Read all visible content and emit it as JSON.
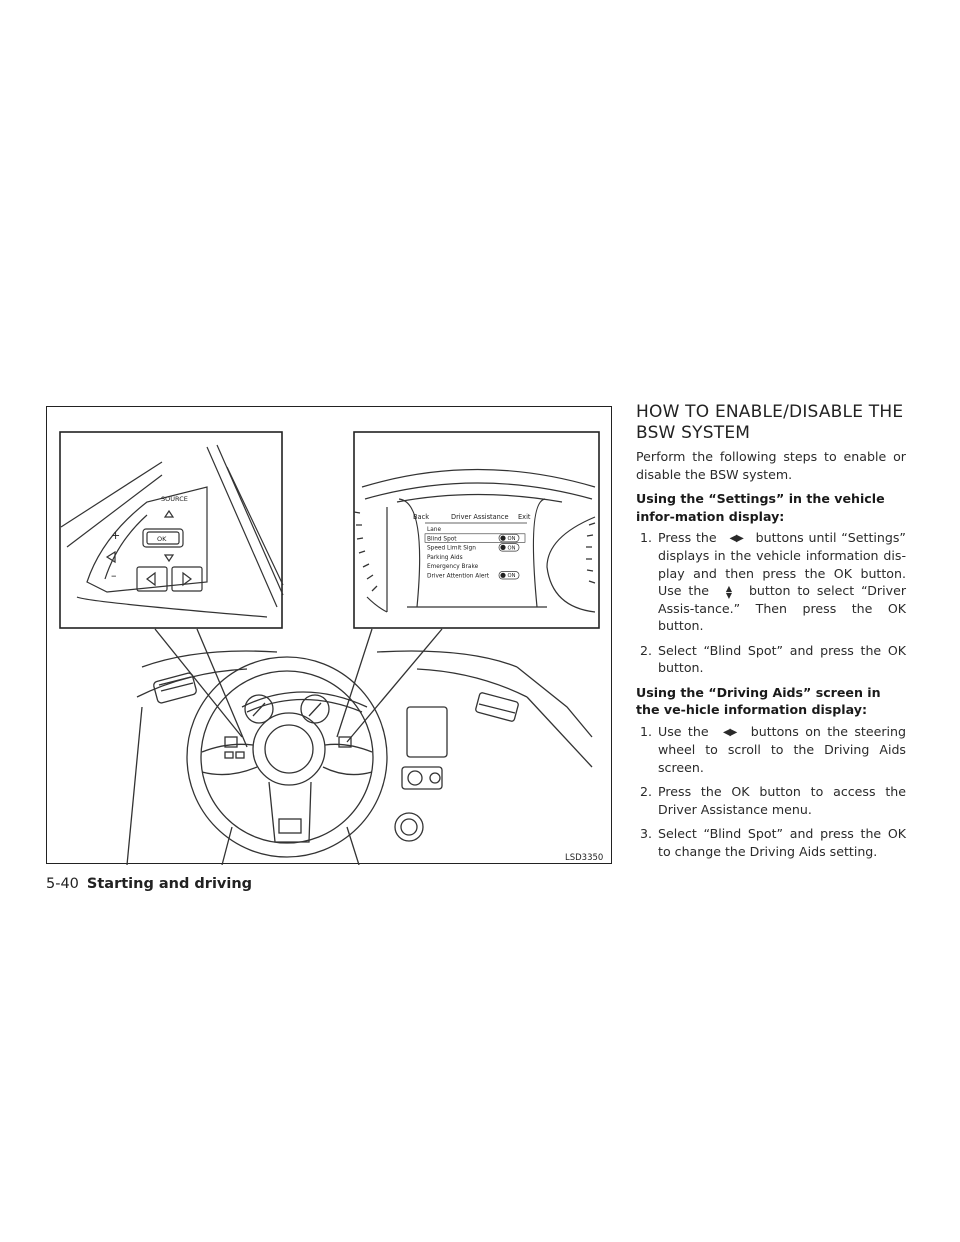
{
  "figure": {
    "label": "LSD3350",
    "switch_panel": {
      "source": "SOURCE",
      "ok": "OK",
      "plus": "+",
      "minus": "–"
    },
    "display": {
      "back": "Back",
      "title": "Driver Assistance",
      "exit": "Exit",
      "items": [
        {
          "label": "Lane",
          "state": ""
        },
        {
          "label": "Blind Spot",
          "state": "ON"
        },
        {
          "label": "Speed Limit Sign",
          "state": "ON"
        },
        {
          "label": "Parking Aids",
          "state": ""
        },
        {
          "label": "Emergency Brake",
          "state": ""
        },
        {
          "label": "Driver Attention Alert",
          "state": "ON"
        }
      ]
    }
  },
  "section": {
    "heading_line1": "HOW TO ENABLE/DISABLE THE",
    "heading_line2": "BSW SYSTEM",
    "intro": "Perform the following steps to enable or disable the BSW system.",
    "settings_heading": "Using the “Settings” in the vehicle infor-mation display:",
    "settings_steps": [
      {
        "num": "1.",
        "a": "Press the",
        "b": "buttons until “Settings” displays in the vehicle information dis-play and then press the OK button. Use the",
        "c": "button to select “Driver Assis-tance.” Then press the OK button."
      },
      {
        "num": "2.",
        "text": "Select “Blind Spot” and press the OK button."
      }
    ],
    "driving_aids_heading": "Using the “Driving Aids” screen in the ve-hicle information display:",
    "driving_aids_steps": [
      {
        "num": "1.",
        "a": "Use the",
        "b": "buttons on the steering wheel to scroll to the Driving Aids screen."
      },
      {
        "num": "2.",
        "text": "Press the OK button to access the Driver Assistance menu."
      },
      {
        "num": "3.",
        "text": "Select “Blind Spot” and press the OK to change the Driving Aids setting."
      }
    ]
  },
  "footer": {
    "page": "5-40",
    "section": "Starting and driving"
  },
  "icons": {
    "left_right": "left-right-arrows-icon",
    "up_down": "up-down-arrows-icon"
  }
}
